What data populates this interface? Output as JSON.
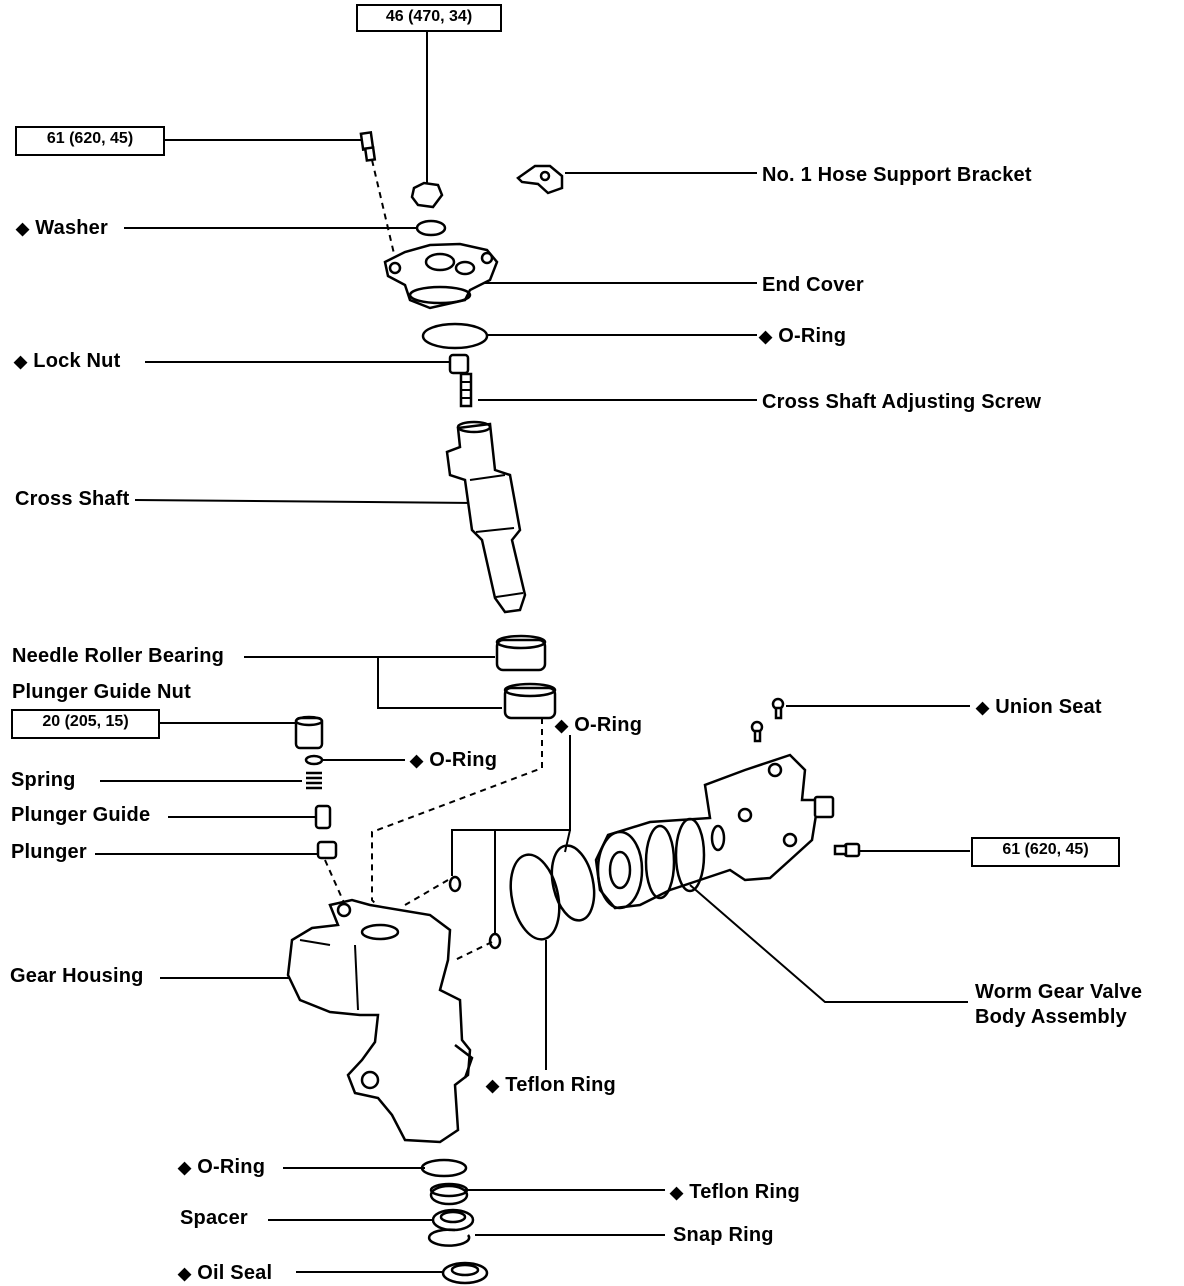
{
  "torque_specs": {
    "end_cover_nut": "46 (470, 34)",
    "end_cover_bolt": "61 (620, 45)",
    "plunger_guide_nut": "20 (205, 15)",
    "valve_body_bolt": "61 (620, 45)"
  },
  "markers": {
    "non_reusable": "◆"
  },
  "labels": {
    "washer": "Washer",
    "hose_bracket": "No. 1 Hose Support Bracket",
    "end_cover": "End Cover",
    "o_ring_end_cover": "O-Ring",
    "lock_nut": "Lock Nut",
    "adjusting_screw": "Cross Shaft Adjusting Screw",
    "cross_shaft": "Cross Shaft",
    "needle_bearing": "Needle Roller Bearing",
    "plunger_guide_nut": "Plunger Guide Nut",
    "o_ring_housing": "O-Ring",
    "union_seat": "Union Seat",
    "o_ring_plunger": "O-Ring",
    "spring": "Spring",
    "plunger_guide": "Plunger Guide",
    "plunger": "Plunger",
    "gear_housing": "Gear Housing",
    "worm_gear_line1": "Worm Gear Valve",
    "worm_gear_line2": "Body Assembly",
    "teflon_ring_1": "Teflon Ring",
    "o_ring_bottom": "O-Ring",
    "teflon_ring_2": "Teflon Ring",
    "spacer": "Spacer",
    "snap_ring": "Snap Ring",
    "oil_seal": "Oil Seal"
  }
}
